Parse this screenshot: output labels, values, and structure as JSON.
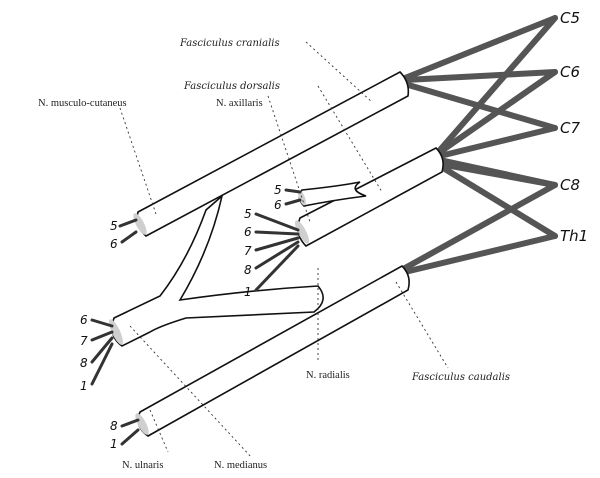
{
  "roots": {
    "c5": "C5",
    "c6": "C6",
    "c7": "C7",
    "c8": "C8",
    "th1": "Th1"
  },
  "labels": {
    "fasciculus_cranialis": "Fasciculus cranialis",
    "fasciculus_dorsalis": "Fasciculus dorsalis",
    "fasciculus_caudalis": "Fasciculus caudalis",
    "n_musculocutaneus": "N. musculo-cutaneus",
    "n_axillaris": "N. axillaris",
    "n_radialis": "N. radialis",
    "n_ulnaris": "N. ulnaris",
    "n_medianus": "N. medianus"
  },
  "segment_numbers": {
    "musculocutaneus": [
      "5",
      "6"
    ],
    "axillaris": [
      "5",
      "6"
    ],
    "radialis": [
      "5",
      "6",
      "7",
      "8",
      "1"
    ],
    "medianus": [
      "6",
      "7",
      "8",
      "1"
    ],
    "ulnaris": [
      "8",
      "1"
    ]
  }
}
